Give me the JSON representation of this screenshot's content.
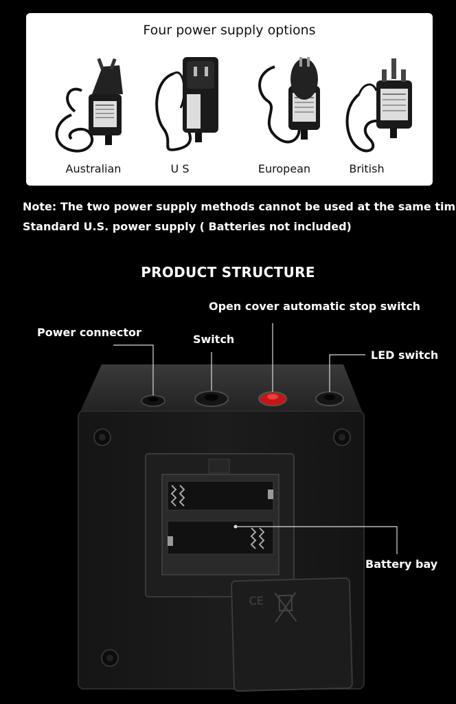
{
  "options_panel": {
    "title": "Four power supply options",
    "adapters": [
      {
        "label": "Australian"
      },
      {
        "label": "U S"
      },
      {
        "label": "European"
      },
      {
        "label": "British"
      }
    ]
  },
  "notes": {
    "line1": "Note: The two power supply methods cannot be used at the same time",
    "line2": "Standard U.S. power supply ( Batteries not included)"
  },
  "structure": {
    "title": "PRODUCT STRUCTURE",
    "callouts": {
      "open_cover_switch": "Open cover automatic stop switch",
      "power_connector": "Power connector",
      "switch": "Switch",
      "led_switch": "LED switch",
      "battery_bay": "Battery bay"
    }
  },
  "colors": {
    "background": "#000000",
    "panel": "#ffffff",
    "stop_switch": "#e01b1b"
  }
}
